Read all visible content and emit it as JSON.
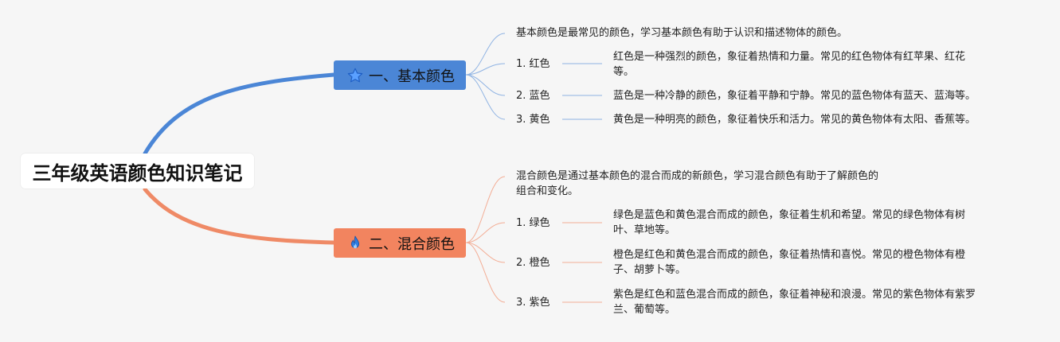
{
  "root": {
    "title": "三年级英语颜色知识笔记"
  },
  "branches": [
    {
      "label": "一、基本颜色",
      "icon": "star-icon",
      "color": "#4b86d6",
      "line_color": "#4b86d6",
      "intro": "基本颜色是最常见的颜色，学习基本颜色有助于认识和描述物体的颜色。",
      "items": [
        {
          "label": "1. 红色",
          "desc_line1": "红色是一种强烈的颜色，象征着热情和力量。常见的红色物体有红苹果、红花",
          "desc_line2": "等。"
        },
        {
          "label": "2. 蓝色",
          "desc_line1": "蓝色是一种冷静的颜色，象征着平静和宁静。常见的蓝色物体有蓝天、蓝海等。",
          "desc_line2": ""
        },
        {
          "label": "3. 黄色",
          "desc_line1": "黄色是一种明亮的颜色，象征着快乐和活力。常见的黄色物体有太阳、香蕉等。",
          "desc_line2": ""
        }
      ]
    },
    {
      "label": "二、混合颜色",
      "icon": "fire-icon",
      "color": "#f2845f",
      "line_color": "#ef8a66",
      "intro_line1": "混合颜色是通过基本颜色的混合而成的新颜色，学习混合颜色有助于了解颜色的",
      "intro_line2": "组合和变化。",
      "items": [
        {
          "label": "1. 绿色",
          "desc_line1": "绿色是蓝色和黄色混合而成的颜色，象征着生机和希望。常见的绿色物体有树",
          "desc_line2": "叶、草地等。"
        },
        {
          "label": "2. 橙色",
          "desc_line1": "橙色是红色和黄色混合而成的颜色，象征着热情和喜悦。常见的橙色物体有橙",
          "desc_line2": "子、胡萝卜等。"
        },
        {
          "label": "3. 紫色",
          "desc_line1": "紫色是红色和蓝色混合而成的颜色，象征着神秘和浪漫。常见的紫色物体有紫罗",
          "desc_line2": "兰、葡萄等。"
        }
      ]
    }
  ]
}
